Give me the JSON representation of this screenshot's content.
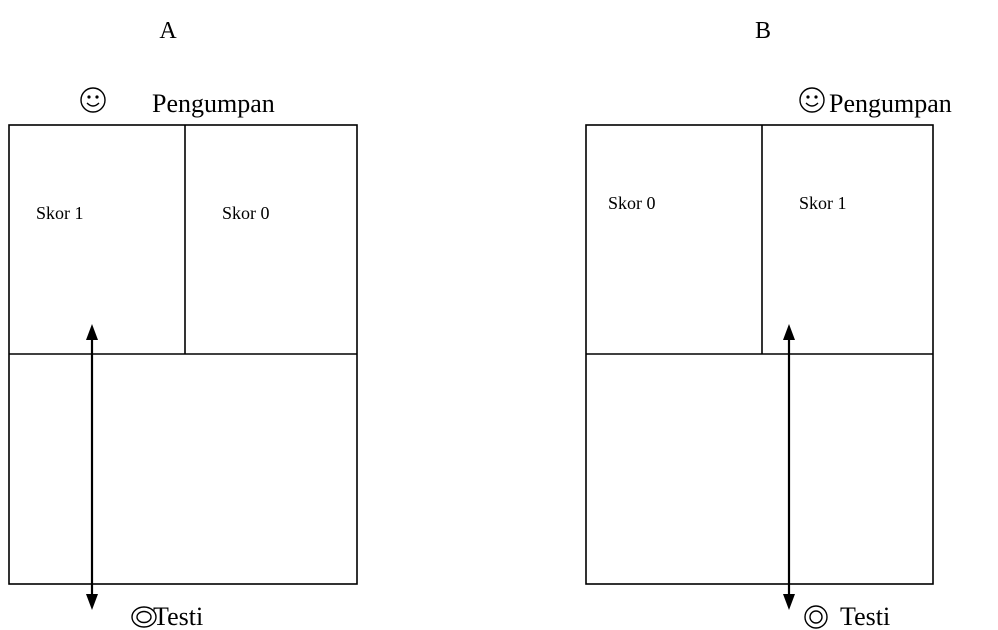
{
  "panels": [
    {
      "letter": "A",
      "feeder_label": "Pengumpan",
      "tester_label": "Testi",
      "left_score": "Skor 1",
      "right_score": "Skor 0"
    },
    {
      "letter": "B",
      "feeder_label": "Pengumpan",
      "tester_label": "Testi",
      "left_score": "Skor 0",
      "right_score": "Skor 1"
    }
  ],
  "icons": {
    "feeder": "smiley-face-icon",
    "tester": "target-circle-icon"
  },
  "colors": {
    "line": "#000000",
    "background": "#ffffff"
  }
}
